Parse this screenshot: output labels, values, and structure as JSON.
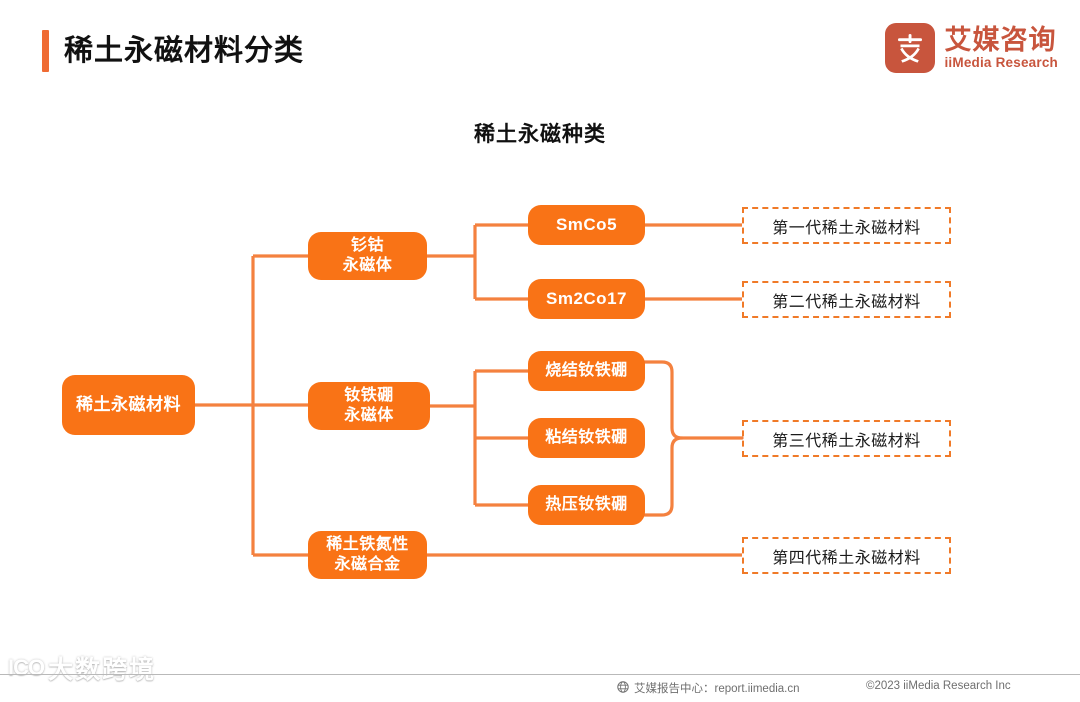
{
  "header": {
    "title": "稀土永磁材料分类",
    "accent_color": "#ef6b33"
  },
  "logo": {
    "mark_glyph": "艾",
    "cn": "艾媒咨询",
    "en": "iiMedia Research",
    "color": "#c8553d"
  },
  "chart_data": {
    "type": "diagram",
    "title": "稀土永磁种类",
    "node_color": "#F97316",
    "line_color": "#f07a28",
    "root": "稀土永磁材料",
    "branches": [
      {
        "label": "钐钴\n永磁体",
        "label_line1": "钐钴",
        "label_line2": "永磁体",
        "children": [
          "SmCo5",
          "Sm2Co17"
        ]
      },
      {
        "label": "钕铁硼\n永磁体",
        "label_line1": "钕铁硼",
        "label_line2": "永磁体",
        "children": [
          "烧结钕铁硼",
          "粘结钕铁硼",
          "热压钕铁硼"
        ]
      },
      {
        "label": "稀土铁氮性\n永磁合金",
        "label_line1": "稀土铁氮性",
        "label_line2": "永磁合金",
        "children": []
      }
    ],
    "generations": [
      "第一代稀土永磁材料",
      "第二代稀土永磁材料",
      "第三代稀土永磁材料",
      "第四代稀土永磁材料"
    ]
  },
  "nodes": {
    "root": "稀土永磁材料",
    "smco_l1": "钐钴",
    "smco_l2": "永磁体",
    "ndfeb_l1": "钕铁硼",
    "ndfeb_l2": "永磁体",
    "refen_l1": "稀土铁氮性",
    "refen_l2": "永磁合金",
    "smco5": "SmCo5",
    "sm2co17": "Sm2Co17",
    "sintered": "烧结钕铁硼",
    "bonded": "粘结钕铁硼",
    "hotpressed": "热压钕铁硼"
  },
  "generations": {
    "gen1": "第一代稀土永磁材料",
    "gen2": "第二代稀土永磁材料",
    "gen3": "第三代稀土永磁材料",
    "gen4": "第四代稀土永磁材料"
  },
  "footer": {
    "report_center": "艾媒报告中心：report.iimedia.cn",
    "copyright": "©2023  iiMedia Research  Inc"
  },
  "watermark": {
    "logo": "ICO",
    "text": "大数跨境"
  }
}
